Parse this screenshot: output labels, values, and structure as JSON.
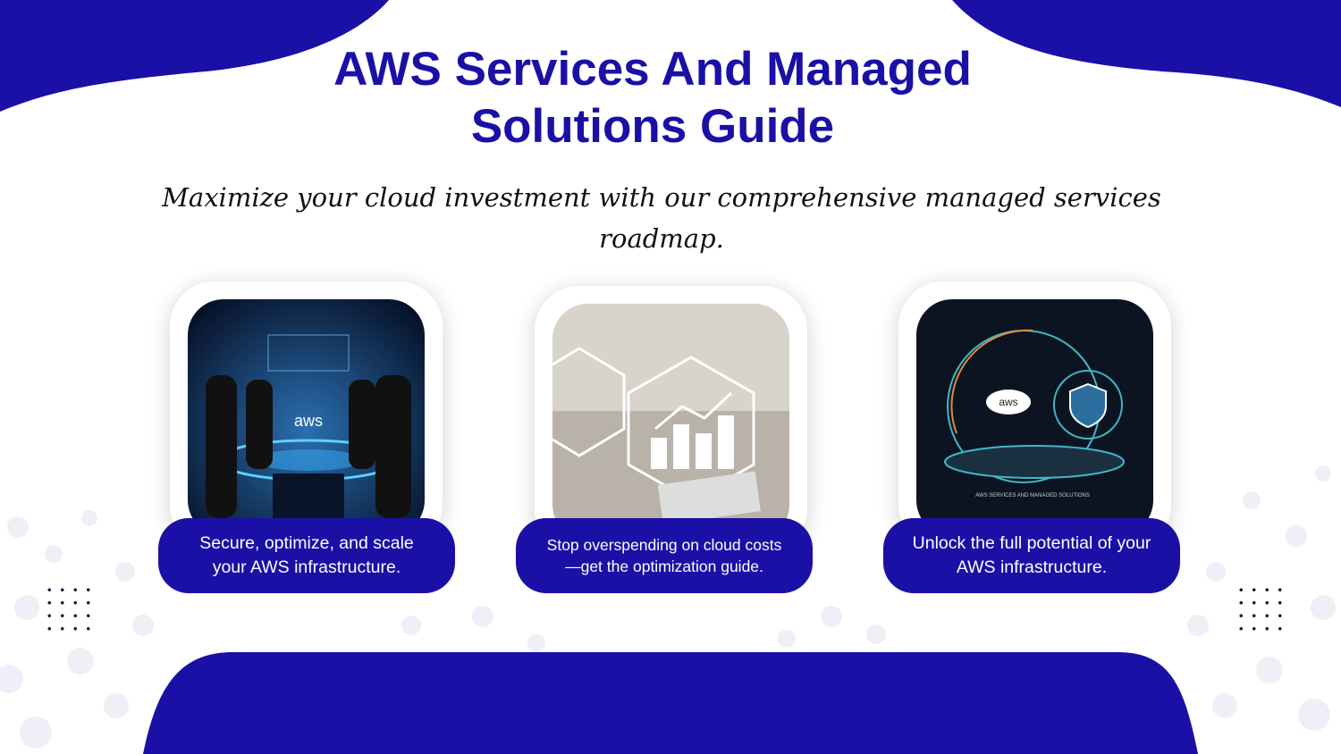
{
  "header": {
    "title_line1": "AWS Services And Managed",
    "title_line2": "Solutions Guide",
    "subtitle": "Maximize your cloud investment with our comprehensive managed services roadmap."
  },
  "cards": [
    {
      "image": "team-aws-hologram-table",
      "image_label": "aws",
      "caption": "Secure, optimize, and scale your AWS infrastructure."
    },
    {
      "image": "analytics-chart-hexagons",
      "caption": "Stop overspending on cloud costs—get the optimization guide."
    },
    {
      "image": "aws-cloud-security-datacenter",
      "image_label": "aws",
      "image_caption": "AWS SERVICES AND MANAGED SOLUTIONS",
      "caption": "Unlock the full potential of your AWS infrastructure."
    }
  ],
  "colors": {
    "brand": "#1a10a6",
    "bubble": "#eeeef6"
  }
}
